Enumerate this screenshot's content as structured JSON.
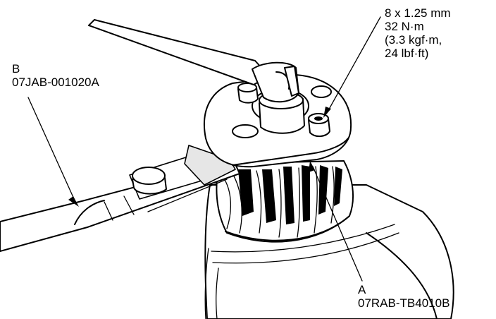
{
  "figure": {
    "torque_spec": {
      "lines": [
        "8 x 1.25 mm",
        "32 N·m",
        "(3.3 kgf·m,",
        "24 lbf·ft)"
      ]
    },
    "tool_b": {
      "letter": "B",
      "part_number": "07JAB-001020A"
    },
    "tool_a": {
      "letter": "A",
      "part_number": "07RAB-TB4010B"
    }
  }
}
